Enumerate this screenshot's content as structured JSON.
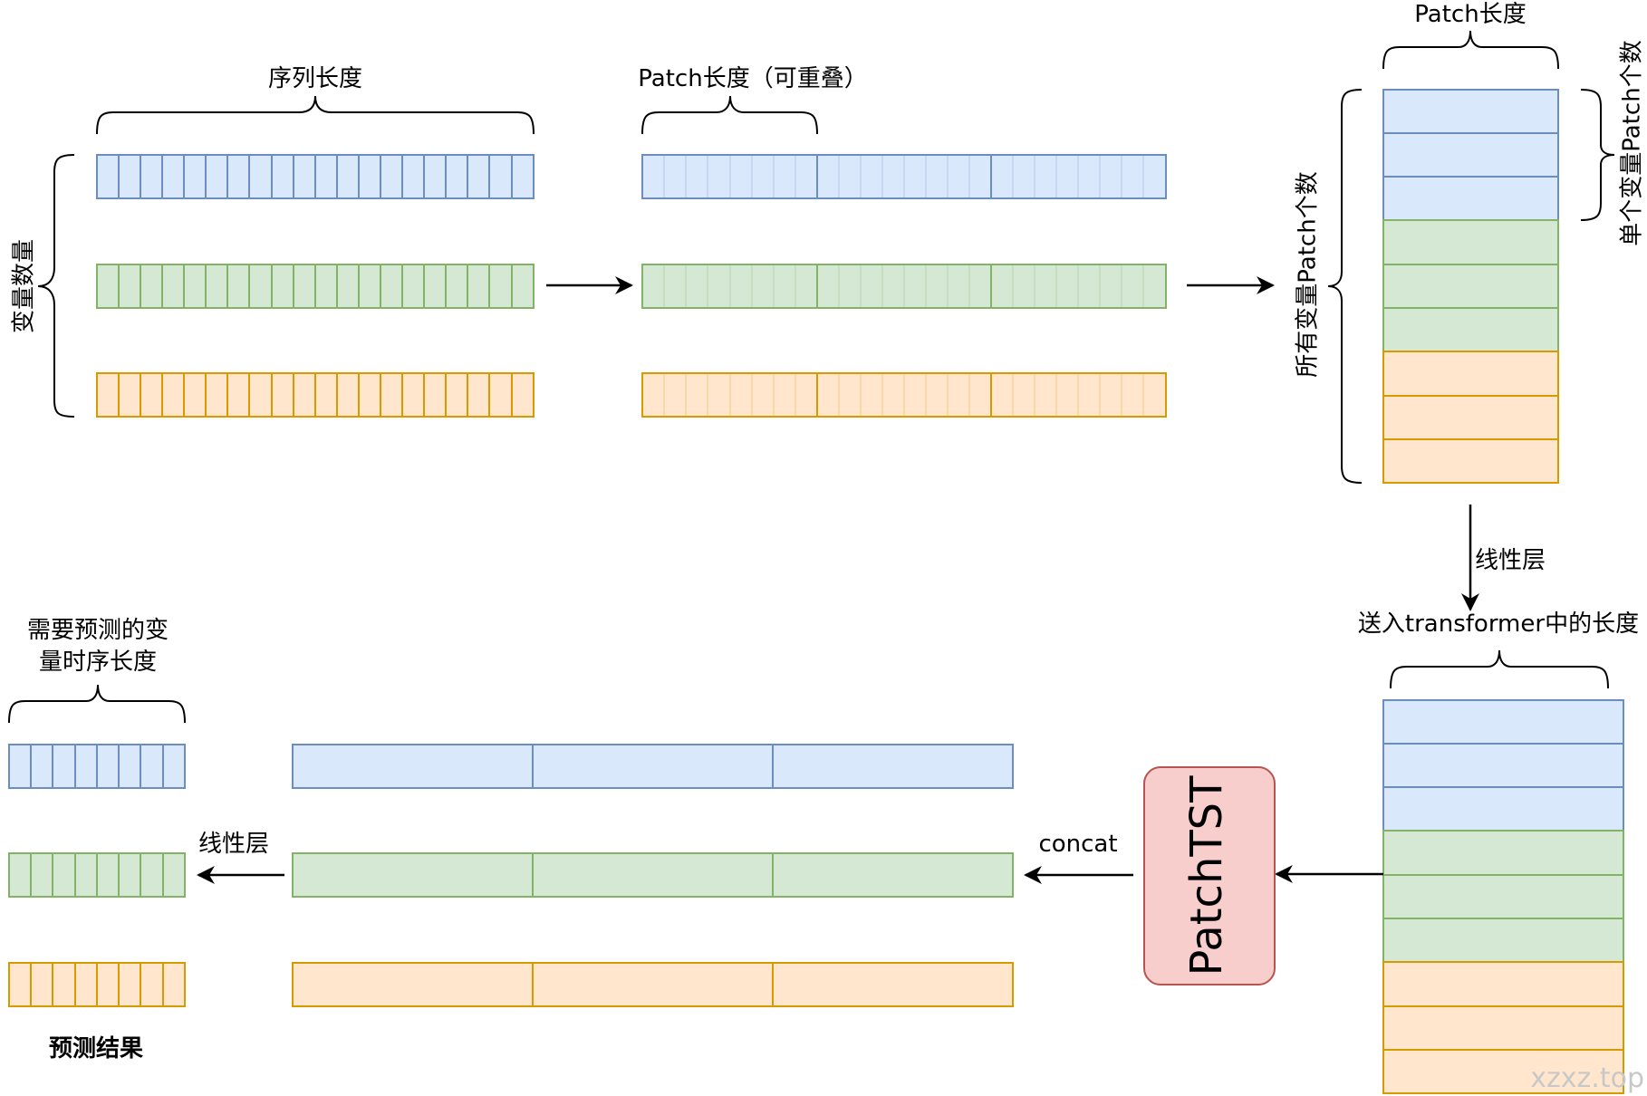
{
  "colors": {
    "blue": {
      "fill": "#dae8fc",
      "stroke": "#6c8ebf"
    },
    "green": {
      "fill": "#d5e8d4",
      "stroke": "#82b366"
    },
    "orange": {
      "fill": "#ffe6cc",
      "stroke": "#d79b00"
    },
    "model": {
      "fill": "#f8cecc",
      "stroke": "#b85450"
    }
  },
  "labels": {
    "seq_len": "序列长度",
    "patch_len_overlap": "Patch长度（可重叠）",
    "num_vars": "变量数量",
    "patch_len": "Patch长度",
    "patches_per_var": "单个变量Patch个数",
    "all_patches": "所有变量Patch个数",
    "linear_top": "线性层",
    "transformer_len": "送入transformer中的长度",
    "model": "PatchTST",
    "concat": "concat",
    "linear_bottom": "线性层",
    "pred_len_line1": "需要预测的变",
    "pred_len_line2": "量时序长度",
    "result": "预测结果",
    "watermark": "xzxz.top"
  },
  "structure": {
    "variables": [
      "blue",
      "green",
      "orange"
    ],
    "series_cells": 20,
    "patches_per_variable": 3,
    "cells_per_patch": 8,
    "prediction_cells": 8
  }
}
